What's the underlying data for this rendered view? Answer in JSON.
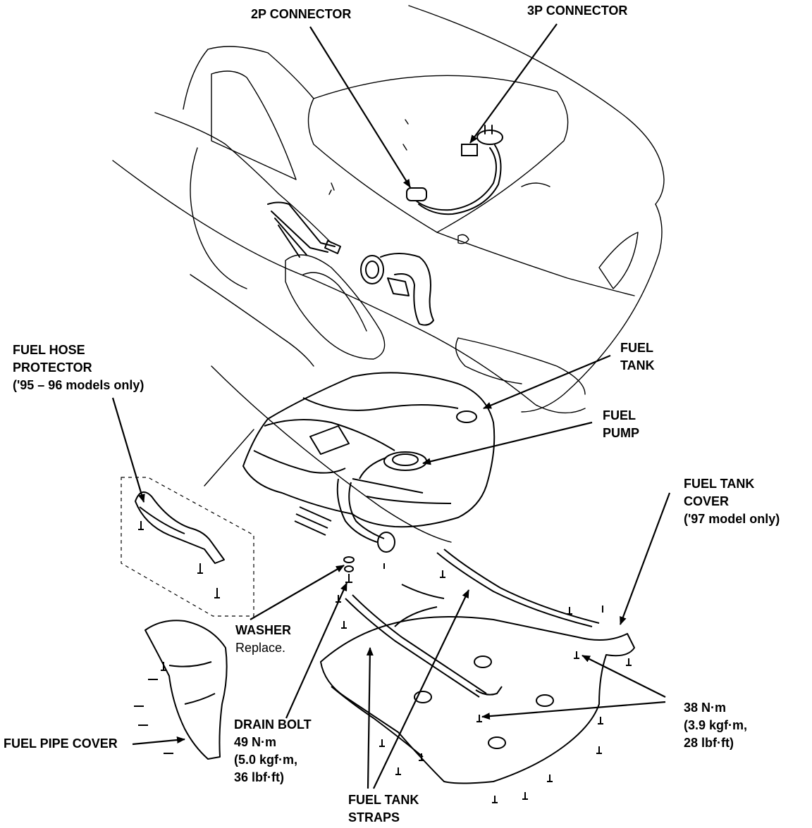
{
  "labels": {
    "c2p": "2P CONNECTOR",
    "c3p": "3P CONNECTOR",
    "fhp": [
      "FUEL HOSE",
      "PROTECTOR",
      "('95 – 96 models only)"
    ],
    "tank": [
      "FUEL",
      "TANK"
    ],
    "pump": [
      "FUEL",
      "PUMP"
    ],
    "cover": [
      "FUEL TANK",
      "COVER",
      "('97 model only)"
    ],
    "washer": "WASHER",
    "washer_note": "Replace.",
    "drain": [
      "DRAIN BOLT",
      "49 N·m",
      "(5.0 kgf·m,",
      "36 lbf·ft)"
    ],
    "torque": [
      "38 N·m",
      "(3.9 kgf·m,",
      "28 lbf·ft)"
    ],
    "pipe_cover": "FUEL PIPE COVER",
    "straps": [
      "FUEL TANK",
      "STRAPS"
    ]
  }
}
